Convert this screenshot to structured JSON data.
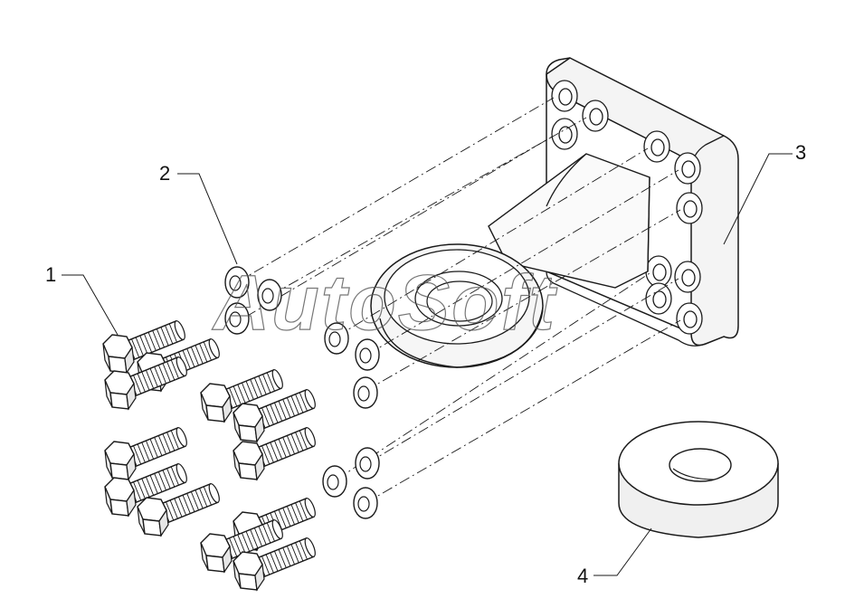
{
  "callouts": {
    "c1": "1",
    "c2": "2",
    "c3": "3",
    "c4": "4"
  },
  "watermark": "AutoSoft",
  "colors": {
    "line": "#1a1a1a",
    "shade": "#d8d8d8",
    "paper": "#ffffff"
  }
}
